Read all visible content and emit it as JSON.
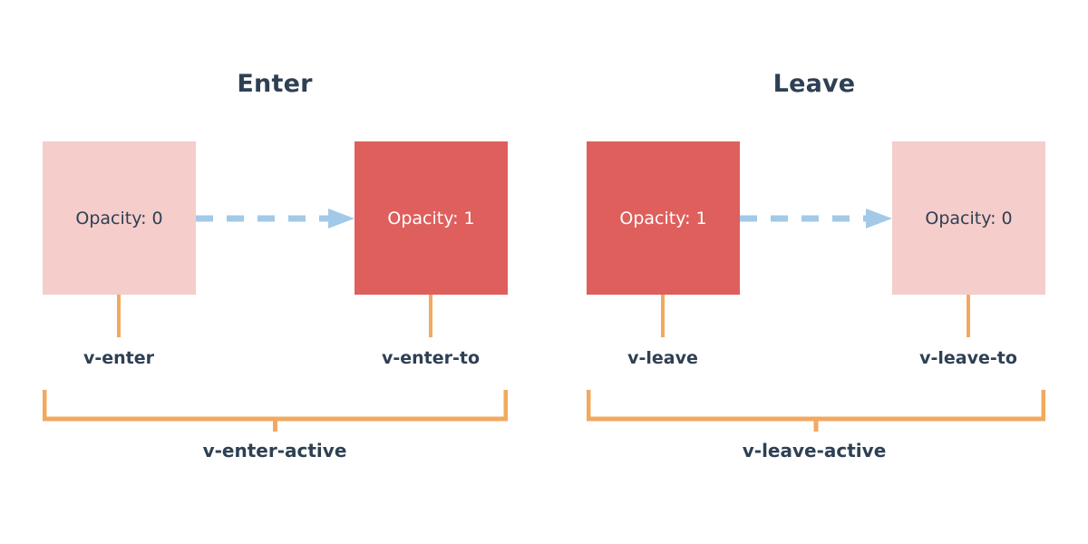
{
  "diagram": {
    "title_enter": "Enter",
    "title_leave": "Leave",
    "colors": {
      "box_faded_bg": "#f5cdcb",
      "box_solid_bg": "#de5f5c",
      "text_dark": "#2e4053",
      "text_light": "#ffffff",
      "arrow": "#a3c9e8",
      "bracket": "#f2a95f",
      "background": "#ffffff"
    },
    "panels": [
      {
        "name": "enter",
        "title": "Enter",
        "from_box": {
          "label": "Opacity: 0",
          "state": "faded",
          "class_label": "v-enter"
        },
        "to_box": {
          "label": "Opacity: 1",
          "state": "solid",
          "class_label": "v-enter-to"
        },
        "active_label": "v-enter-active",
        "arrow_direction": "right",
        "arrow_style": "dashed"
      },
      {
        "name": "leave",
        "title": "Leave",
        "from_box": {
          "label": "Opacity: 1",
          "state": "solid",
          "class_label": "v-leave"
        },
        "to_box": {
          "label": "Opacity: 0",
          "state": "faded",
          "class_label": "v-leave-to"
        },
        "active_label": "v-leave-active",
        "arrow_direction": "right",
        "arrow_style": "dashed"
      }
    ]
  }
}
